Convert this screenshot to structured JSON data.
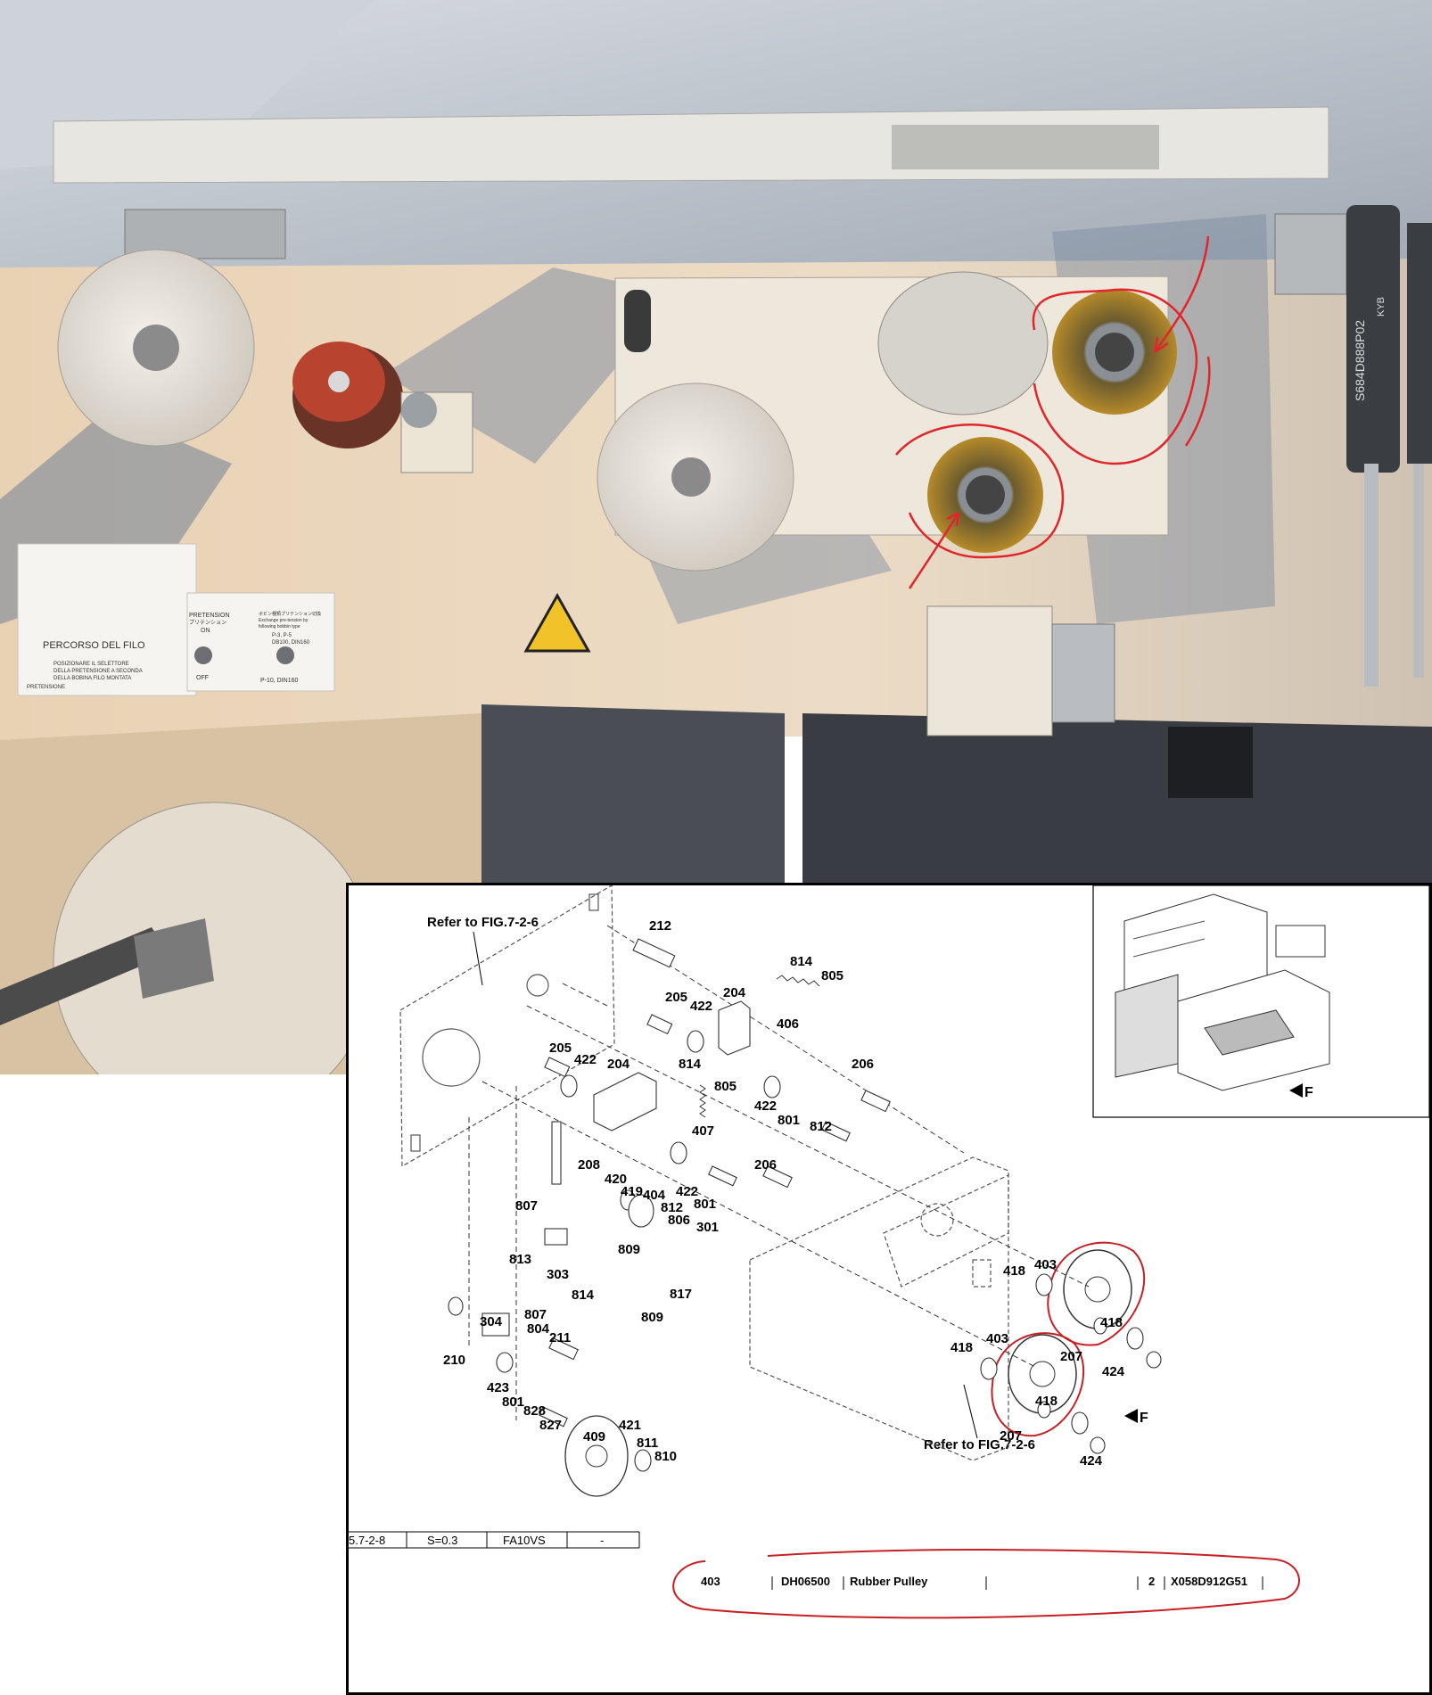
{
  "photo": {
    "panel_sticker": {
      "title": "PERCORSO DEL FILO",
      "line1": "POSIZIONARE IL SELETTORE",
      "line2": "DELLA PRETENSIONE A SECONDA",
      "line3": "DELLA BOBINA FILO MONTATA",
      "footer": "PRETENSIONE"
    },
    "switch1": {
      "title": "PRETENSION",
      "sub": "プリテンション",
      "on": "ON",
      "off": "OFF"
    },
    "switch2": {
      "jp": "ボビン種類プリテンション切換",
      "line1": "Exchange pre-tension by",
      "line2": "following bobbin type",
      "pos1": "P-3, P-5",
      "pos2": "DB100, DIN160",
      "pos3": "P-10, DIN160"
    },
    "cylinder_text": "S684D888P02",
    "cylinder_brand": "KYB",
    "annotation_color": "#e0262b"
  },
  "diagram": {
    "refer_top": "Refer to FIG.7-2-6",
    "refer_bottom": "Refer to FIG.7-2-6",
    "front_marker": "F",
    "part_labels": [
      "212",
      "814",
      "805",
      "205",
      "422",
      "204",
      "406",
      "205",
      "422",
      "204",
      "814",
      "206",
      "805",
      "422",
      "801",
      "812",
      "407",
      "206",
      "208",
      "420",
      "419",
      "404",
      "422",
      "801",
      "812",
      "806",
      "807",
      "301",
      "809",
      "813",
      "303",
      "814",
      "817",
      "807",
      "809",
      "304",
      "804",
      "211",
      "210",
      "423",
      "801",
      "828",
      "827",
      "409",
      "421",
      "811",
      "810",
      "418",
      "403",
      "418",
      "207",
      "424",
      "418",
      "403",
      "418",
      "207",
      "424"
    ],
    "footer_table": {
      "c1": "5.7-2-8",
      "c2": "S=0.3",
      "c3": "FA10VS",
      "c4": "-"
    },
    "part_row": {
      "no": "403",
      "code": "DH06500",
      "name": "Rubber Pulley",
      "qty": "2",
      "part_number": "X058D912G51"
    }
  }
}
